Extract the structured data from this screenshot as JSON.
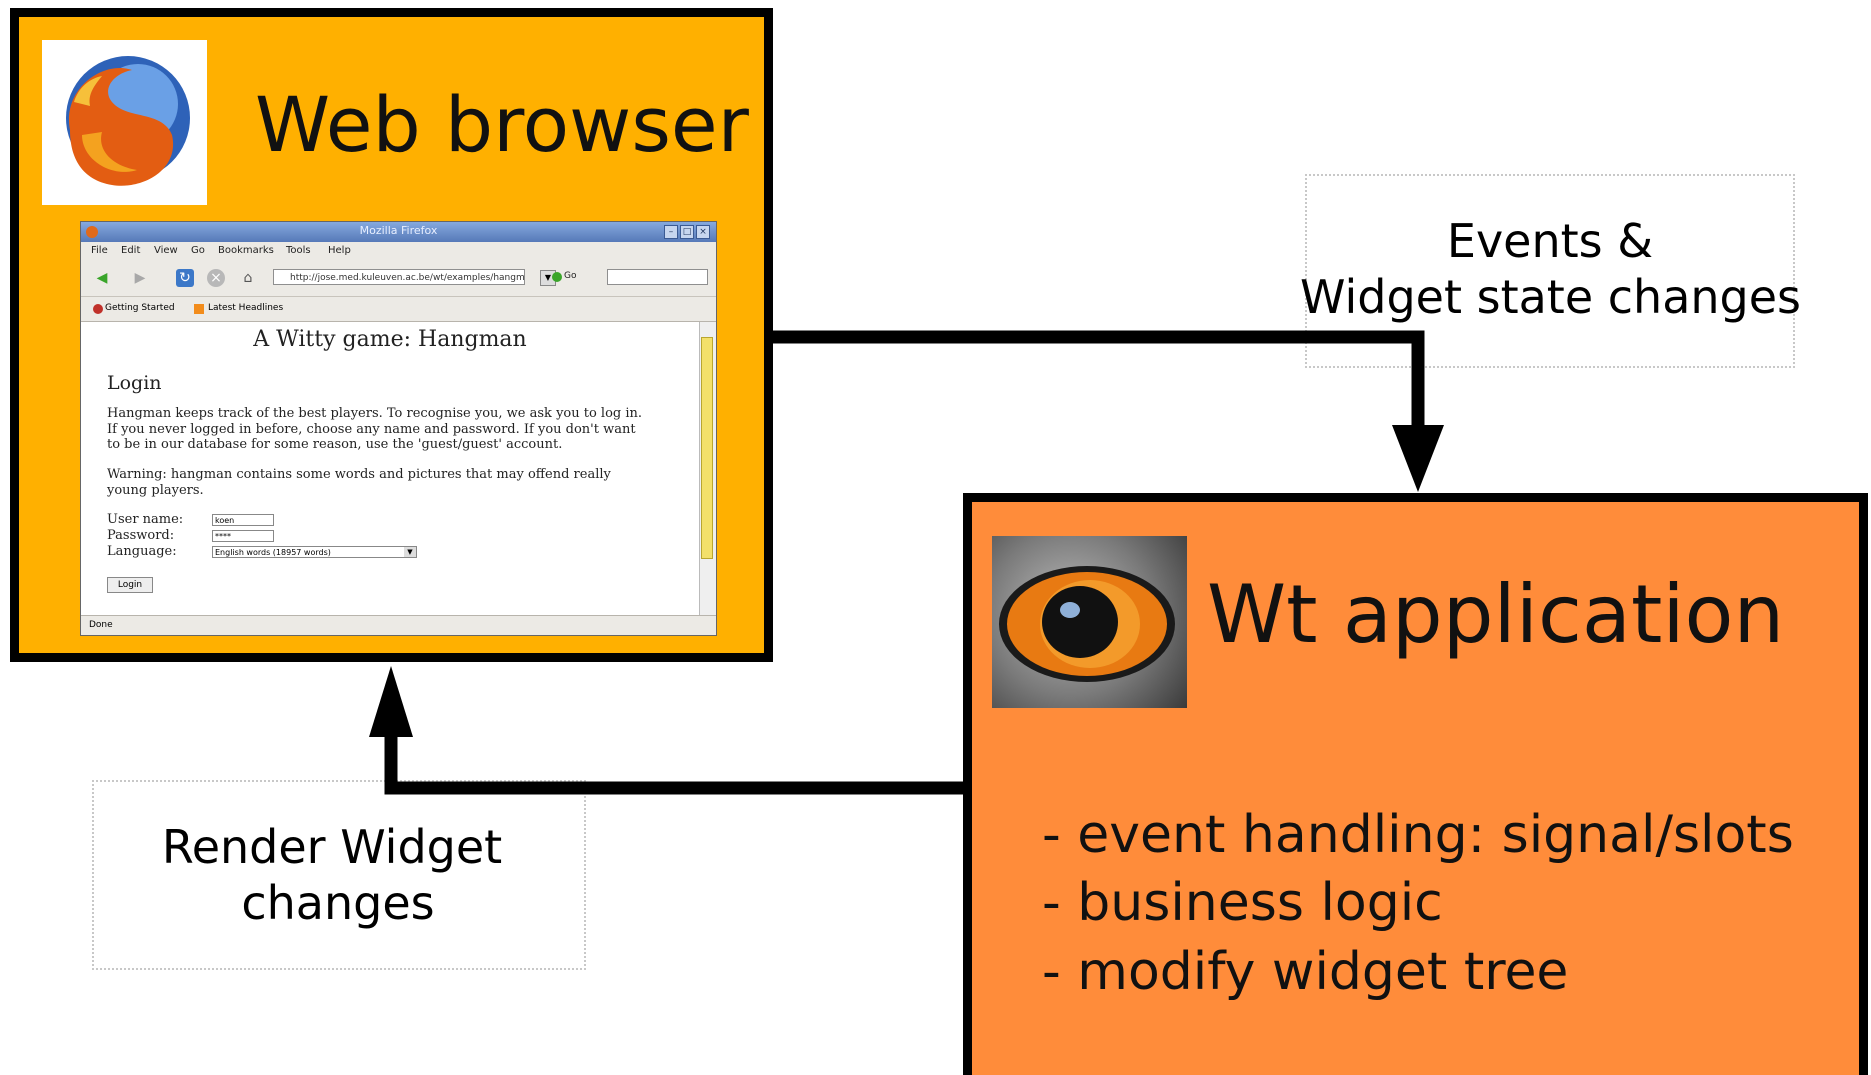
{
  "browser": {
    "title": "Web browser",
    "logo": "firefox-logo",
    "screenshot": {
      "window_title": "Mozilla Firefox",
      "menu": [
        "File",
        "Edit",
        "View",
        "Go",
        "Bookmarks",
        "Tools",
        "Help"
      ],
      "url": "http://jose.med.kuleuven.ac.be/wt/examples/hangman",
      "go_label": "Go",
      "bookmarks": [
        "Getting Started",
        "Latest Headlines"
      ],
      "page_heading": "A Witty game: Hangman",
      "section_heading": "Login",
      "intro_lines": [
        "Hangman keeps track of the best players. To recognise you, we ask you to log in.",
        "If you never logged in before, choose any name and password. If you don't want",
        "to be in our database for some reason, use the 'guest/guest' account."
      ],
      "warning_lines": [
        "Warning: hangman contains some words and pictures that may offend really",
        "young players."
      ],
      "form": {
        "user_label": "User name:",
        "user_value": "koen",
        "password_label": "Password:",
        "password_value": "****",
        "language_label": "Language:",
        "language_value": "English words (18957 words)",
        "login_button": "Login"
      },
      "status": "Done"
    }
  },
  "wt_app": {
    "title": "Wt application",
    "image": "eye-photo",
    "bullets": [
      "- event handling: signal/slots",
      "- business logic",
      "- modify widget tree"
    ]
  },
  "labels": {
    "events_line1": "Events &",
    "events_line2": "Widget state changes",
    "render_line1": "Render Widget",
    "render_line2": "changes"
  },
  "colors": {
    "browser_fill": "#ffb000",
    "wt_fill": "#ff8c3a",
    "arrow": "#000000"
  }
}
